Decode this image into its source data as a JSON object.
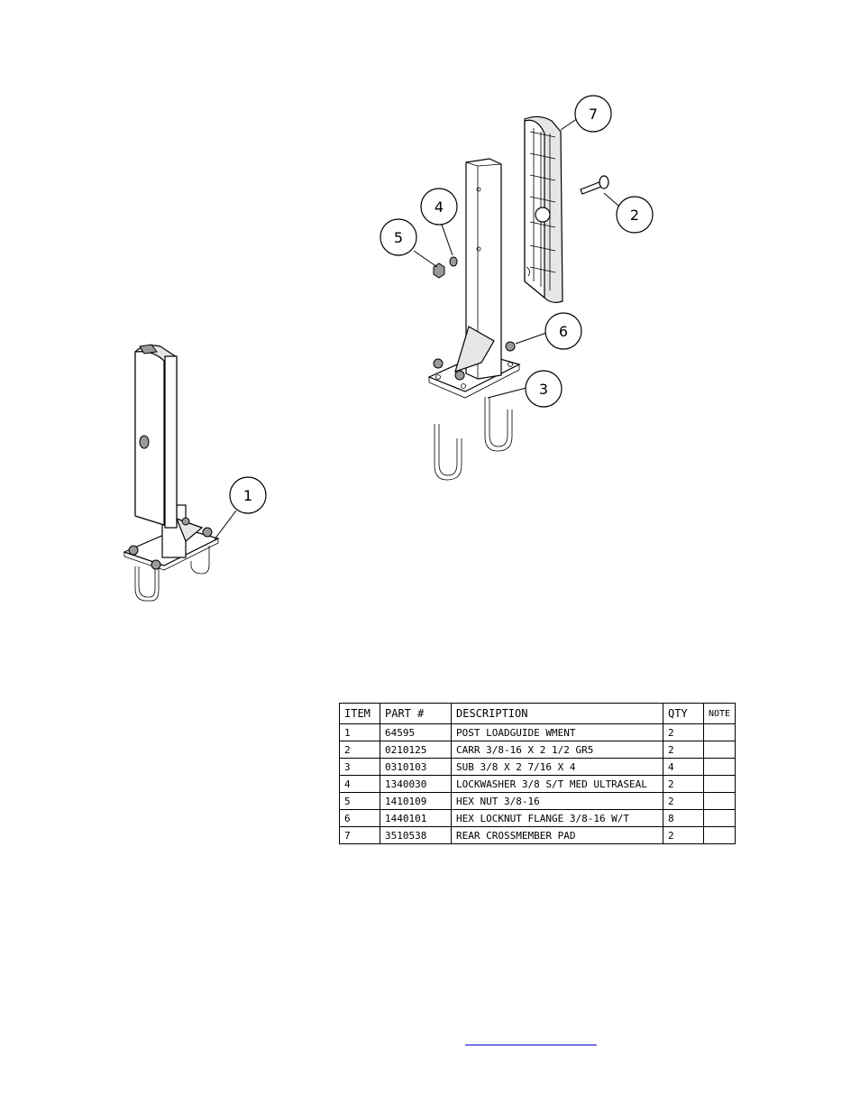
{
  "callouts": [
    "1",
    "2",
    "3",
    "4",
    "5",
    "6",
    "7"
  ],
  "bom": {
    "headers": [
      "ITEM",
      "PART #",
      "DESCRIPTION",
      "QTY",
      "NOTE"
    ],
    "rows": [
      [
        "1",
        "64595",
        "POST LOADGUIDE WMENT",
        "2",
        ""
      ],
      [
        "2",
        "0210125",
        "CARR 3/8-16 X 2 1/2 GR5",
        "2",
        ""
      ],
      [
        "3",
        "0310103",
        "SUB 3/8 X 2 7/16 X 4",
        "4",
        ""
      ],
      [
        "4",
        "1340030",
        "LOCKWASHER 3/8 S/T MED ULTRASEAL",
        "2",
        ""
      ],
      [
        "5",
        "1410109",
        "HEX NUT 3/8-16",
        "2",
        ""
      ],
      [
        "6",
        "1440101",
        "HEX LOCKNUT FLANGE 3/8-16 W/T",
        "8",
        ""
      ],
      [
        "7",
        "3510538",
        "REAR CROSSMEMBER PAD",
        "2",
        ""
      ]
    ]
  },
  "colors": {
    "line": "#000000",
    "link": "#0000cc"
  }
}
